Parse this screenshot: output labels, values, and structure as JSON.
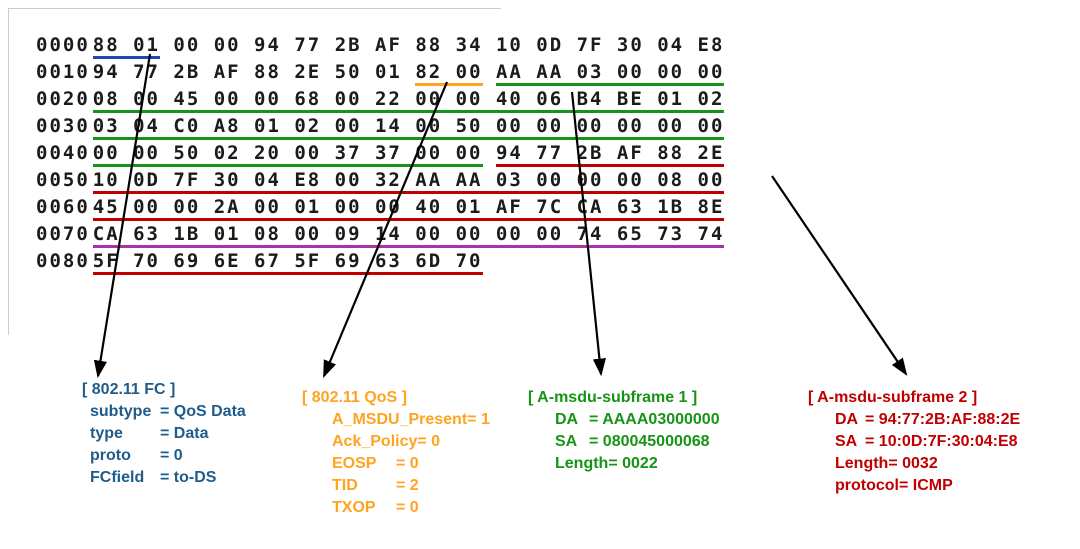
{
  "colors": {
    "blue": "#2244BB",
    "orange": "#FFA321",
    "green": "#169416",
    "darkred": "#C00000",
    "purple": "#A832A8",
    "fcblue": "#1E5C8C",
    "arrow": "#000000",
    "hextext": "#1B1B1B"
  },
  "hex": {
    "rows": [
      {
        "offset": "0000",
        "segments": [
          {
            "t": "88 01",
            "u": "blue"
          },
          {
            "t": " "
          },
          {
            "t": "00 00 94 77 2B AF 88 34 10 0D 7F 30 04 E8"
          }
        ]
      },
      {
        "offset": "0010",
        "segments": [
          {
            "t": "94 77 2B AF 88 2E 50 01 "
          },
          {
            "t": "82 00",
            "u": "orange"
          },
          {
            "t": " "
          },
          {
            "t": "AA AA 03 00 00 00",
            "u": "green"
          }
        ]
      },
      {
        "offset": "0020",
        "segments": [
          {
            "t": "08 00 45 00 00 68 00 22 00 00 40 06 B4 BE 01 02",
            "u": "green"
          }
        ]
      },
      {
        "offset": "0030",
        "segments": [
          {
            "t": "03 04 C0 A8 01 02 00 14 00 50 00 00 00 00 00 00",
            "u": "green"
          }
        ]
      },
      {
        "offset": "0040",
        "segments": [
          {
            "t": "00 00 50 02 20 00 37 37 00 00",
            "u": "green"
          },
          {
            "t": " "
          },
          {
            "t": "94 77 2B AF 88 2E",
            "u": "darkred"
          }
        ]
      },
      {
        "offset": "0050",
        "segments": [
          {
            "t": "10 0D 7F 30 04 E8 00 32 AA AA 03 00 00 00 08 00",
            "u": "darkred"
          }
        ]
      },
      {
        "offset": "0060",
        "segments": [
          {
            "t": "45 00 00 2A 00 01 00 00 40 01 AF 7C CA 63 1B 8E",
            "u": "darkred"
          }
        ]
      },
      {
        "offset": "0070",
        "segments": [
          {
            "t": "CA 63 1B 01 08 00 09 14 00 00 00 00 74 65 73 74",
            "u": "purple"
          }
        ]
      },
      {
        "offset": "0080",
        "segments": [
          {
            "t": "5F 70 69 6E 67 5F 69 63 6D 70",
            "u": "darkred"
          }
        ]
      }
    ]
  },
  "annotations": [
    {
      "id": "fc",
      "title": "[ 802.11 FC ]",
      "color": "fcblue",
      "lines": [
        {
          "k": "subtype",
          "v": "QoS Data"
        },
        {
          "k": "type",
          "v": "Data"
        },
        {
          "k": "proto",
          "v": "0"
        },
        {
          "k": "FCfield",
          "v": "to-DS"
        }
      ]
    },
    {
      "id": "qos",
      "title": "[ 802.11 QoS ]",
      "color": "orange",
      "lines": [
        {
          "k": "A_MSDU_Present",
          "v": "1"
        },
        {
          "k": "Ack_Policy",
          "v": "0"
        },
        {
          "k": "EOSP",
          "v": "0"
        },
        {
          "k": "TID",
          "v": "2"
        },
        {
          "k": "TXOP",
          "v": "0"
        }
      ]
    },
    {
      "id": "subframe1",
      "title": "[ A-msdu-subframe 1 ]",
      "color": "green",
      "lines": [
        {
          "k": "DA",
          "v": "AAAA03000000"
        },
        {
          "k": "SA",
          "v": "080045000068"
        },
        {
          "k": "Length",
          "v": "0022"
        }
      ]
    },
    {
      "id": "subframe2",
      "title": "[ A-msdu-subframe 2 ]",
      "color": "darkred",
      "lines": [
        {
          "k": "DA",
          "v": "94:77:2B:AF:88:2E"
        },
        {
          "k": "SA",
          "v": "10:0D:7F:30:04:E8"
        },
        {
          "k": "Length",
          "v": "0032"
        },
        {
          "k": "protocol",
          "v": "ICMP"
        }
      ]
    }
  ]
}
